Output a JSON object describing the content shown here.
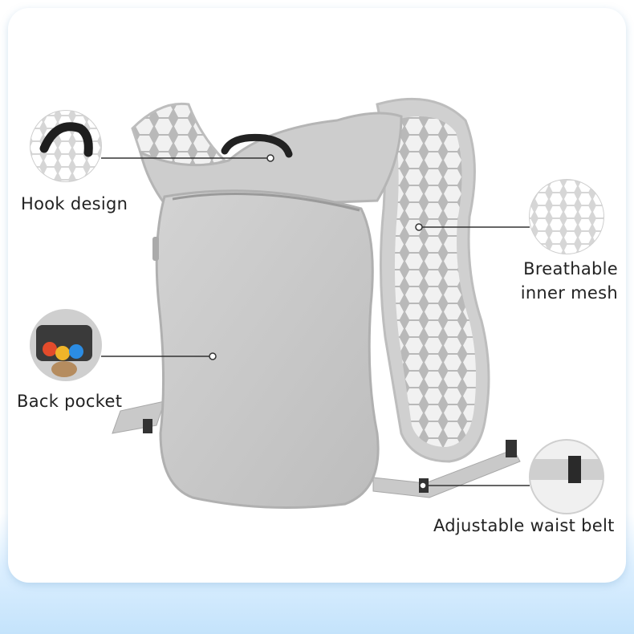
{
  "labels": {
    "hook": "Hook design",
    "mesh_line1": "Breathable",
    "mesh_line2": "inner mesh",
    "pocket": "Back pocket",
    "belt": "Adjustable waist belt"
  },
  "colors": {
    "accent_blue": "#c4e3fb",
    "fabric_gray": "#cfcfcf",
    "line": "#222222"
  }
}
